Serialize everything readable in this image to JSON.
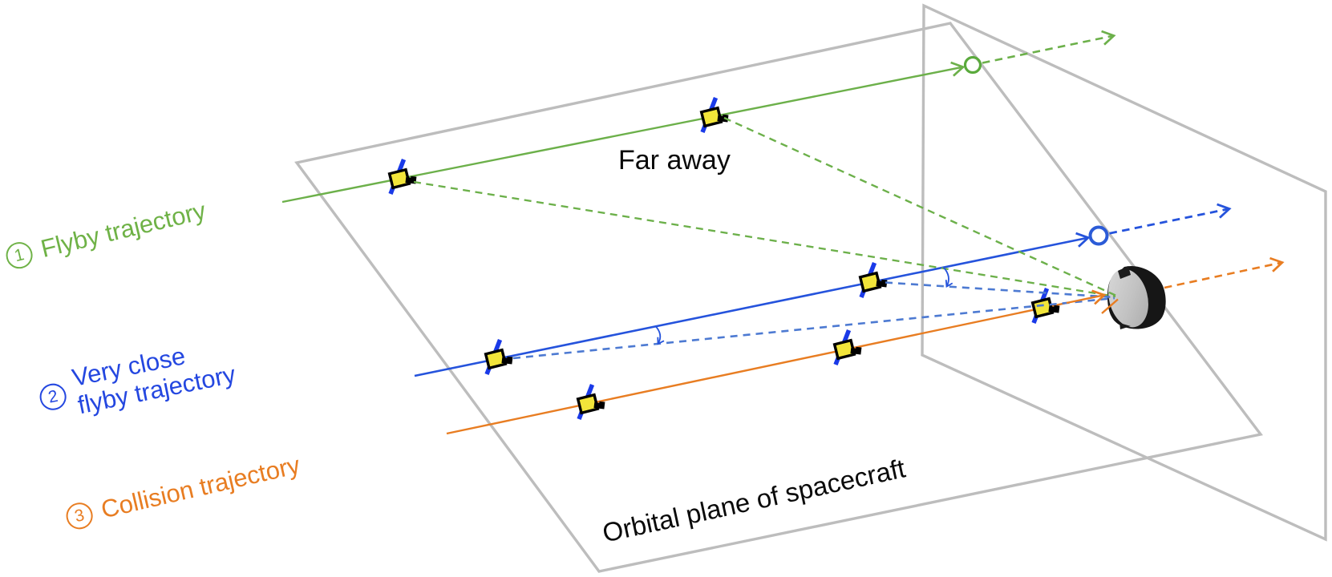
{
  "figure": {
    "far_away_label": "Far away",
    "orbital_plane_label": "Orbital plane of spacecraft",
    "legend": [
      {
        "number": "1",
        "label": "Flyby trajectory",
        "color": "#6fb247"
      },
      {
        "number": "2",
        "label_line1": "Very close",
        "label_line2": "flyby trajectory",
        "color": "#2447e0"
      },
      {
        "number": "3",
        "label": "Collision trajectory",
        "color": "#e87d22"
      }
    ],
    "colors": {
      "flyby_green": "#6cb04a",
      "close_flyby_blue": "#2553dc",
      "sightline_blue": "#4d7ad2",
      "collision_orange": "#e87d22",
      "plane_gray": "#bdbdbd",
      "spacecraft_body_yellow": "#f2e53a",
      "spacecraft_panel_blue": "#1a3ae8",
      "asteroid_dark": "#161616",
      "asteroid_face": "#c6c6c6",
      "text_black": "#0a0a0a"
    },
    "icons": [
      "spacecraft-icon",
      "asteroid-icon",
      "closest-approach-circle",
      "angle-arc-icon",
      "arrowhead-icon"
    ],
    "spacecraft_count": 7
  }
}
